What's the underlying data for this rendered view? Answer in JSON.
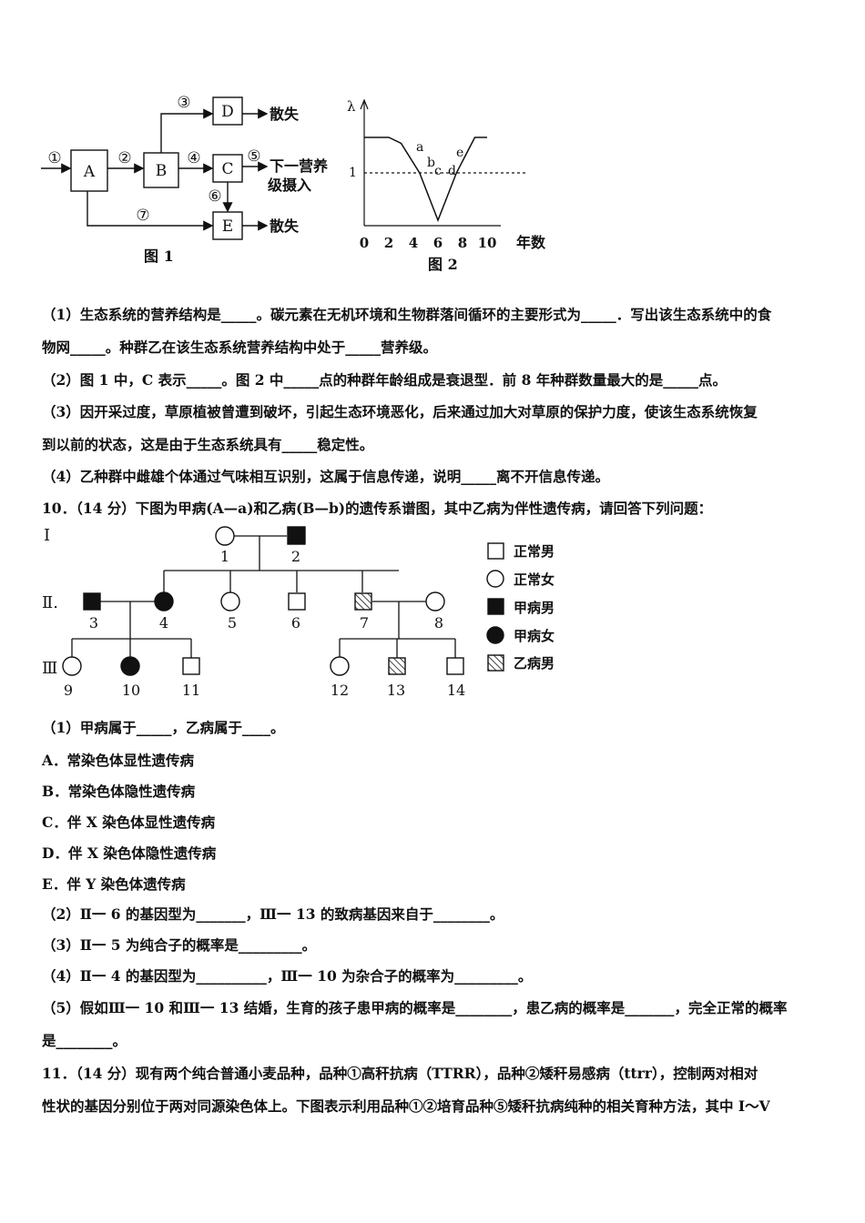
{
  "fig1": {
    "caption": "图 1",
    "nodes": {
      "A": "A",
      "B": "B",
      "C": "C",
      "D": "D",
      "E": "E"
    },
    "arrow_labels": [
      "①",
      "②",
      "③",
      "④",
      "⑤",
      "⑥",
      "⑦"
    ],
    "out_D": "散失",
    "out_E": "散失",
    "out_C_line1": "下一营养",
    "out_C_line2": "级摄入"
  },
  "fig2": {
    "caption": "图 2",
    "y_label": "λ",
    "y_tick": "1",
    "x_ticks": [
      "0",
      "2",
      "4",
      "6",
      "8",
      "10"
    ],
    "x_unit": "年数",
    "points": [
      "a",
      "b",
      "c",
      "d",
      "e"
    ]
  },
  "chart_data": {
    "type": "line",
    "title": "图 2",
    "xlabel": "年数",
    "ylabel": "λ",
    "x": [
      0,
      2,
      3,
      4.5,
      6,
      7.5,
      9,
      10
    ],
    "y": [
      1.3,
      1.3,
      1.25,
      1.0,
      0.6,
      1.0,
      1.3,
      1.3
    ],
    "reference_line": 1,
    "point_labels": [
      "a",
      "b",
      "c",
      "d",
      "e"
    ]
  },
  "q9": {
    "p1_line1": "（1）生态系统的营养结构是_____。碳元素在无机环境和生物群落间循环的主要形式为_____．写出该生态系统中的食",
    "p1_line2": "物网_____。种群乙在该生态系统营养结构中处于_____营养级。",
    "p2": "（2）图 1 中，C 表示_____。图 2 中_____点的种群年龄组成是衰退型．前 8 年种群数量最大的是_____点。",
    "p3_line1": "（3）因开采过度，草原植被曾遭到破坏，引起生态环境恶化，后来通过加大对草原的保护力度，使该生态系统恢复",
    "p3_line2": "到以前的状态，这是由于生态系统具有_____稳定性。",
    "p4": "（4）乙种群中雌雄个体通过气味相互识别，这属于信息传递，说明_____离不开信息传递。"
  },
  "q10": {
    "header": "10．（14 分）下图为甲病(A—a)和乙病(B—b)的遗传系谱图，其中乙病为伴性遗传病，请回答下列问题：",
    "generations": [
      "Ⅰ",
      "Ⅱ.",
      "Ⅲ"
    ],
    "individuals": [
      "1",
      "2",
      "3",
      "4",
      "5",
      "6",
      "7",
      "8",
      "9",
      "10",
      "11",
      "12",
      "13",
      "14"
    ],
    "legend": [
      "正常男",
      "正常女",
      "甲病男",
      "甲病女",
      "乙病男"
    ],
    "p1": "（1）甲病属于_____，乙病属于____。",
    "options": [
      "A．常染色体显性遗传病",
      "B．常染色体隐性遗传病",
      "C．伴 X 染色体显性遗传病",
      "D．伴 X 染色体隐性遗传病",
      "E．伴 Y 染色体遗传病"
    ],
    "p2": "（2）Ⅱ一 6 的基因型为_______，Ⅲ一 13 的致病基因来自于________。",
    "p3": "（3）Ⅱ一 5 为纯合子的概率是_________。",
    "p4": "（4）Ⅱ一 4 的基因型为__________，Ⅲ一 10 为杂合子的概率为_________。",
    "p5_line1": "（5）假如Ⅲ一 10 和Ⅲ一 13 结婚，生育的孩子患甲病的概率是________，患乙病的概率是_______，完全正常的概率",
    "p5_line2": "是________。"
  },
  "q11": {
    "line1": "11．（14 分）现有两个纯合普通小麦品种，品种①高秆抗病（TTRR），品种②矮秆易感病（ttrr），控制两对相对",
    "line2": "性状的基因分别位于两对同源染色体上。下图表示利用品种①②培育品种⑤矮秆抗病纯种的相关育种方法，其中 I～V"
  }
}
